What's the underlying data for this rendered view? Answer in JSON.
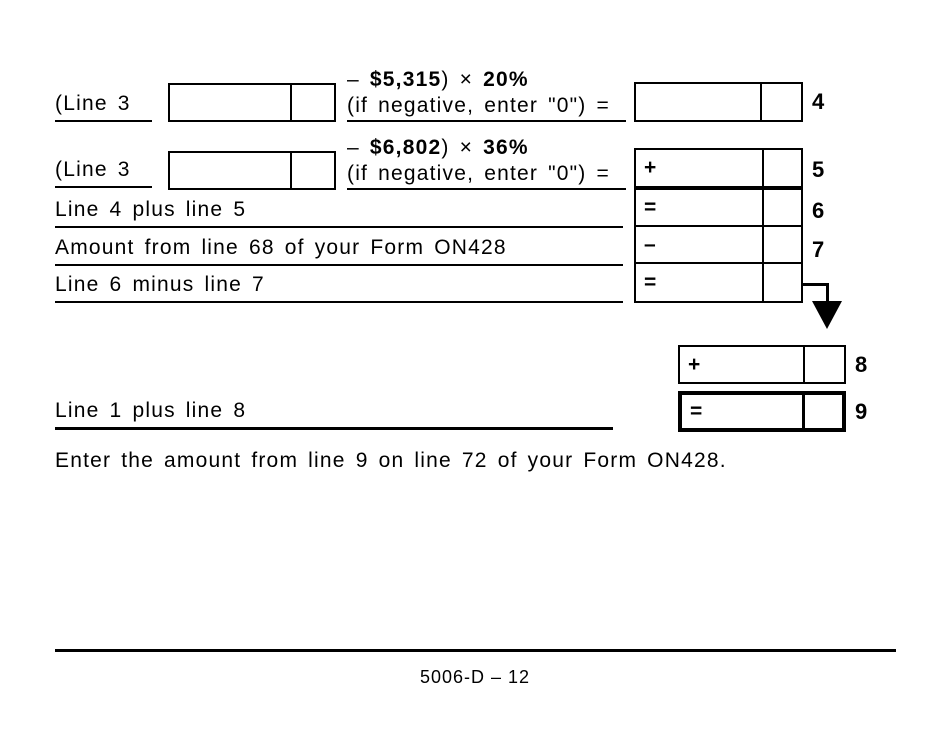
{
  "page": {
    "bg": "#ffffff",
    "ink": "#000000"
  },
  "rows": {
    "line4": {
      "left_label": "(Line 3",
      "expr": {
        "prefix": "– ",
        "amount": "$5,315",
        "mid": ") × ",
        "rate": "20%"
      },
      "condition": "(if negative, enter \"0\") =",
      "number": "4"
    },
    "line5": {
      "left_label": "(Line 3",
      "expr": {
        "prefix": "– ",
        "amount": "$6,802",
        "mid": ") × ",
        "rate": "36%"
      },
      "condition": "(if negative, enter \"0\") =",
      "operator": "+",
      "number": "5"
    },
    "line6": {
      "label": "Line 4 plus line 5",
      "operator": "=",
      "number": "6"
    },
    "line7": {
      "label": "Amount from line 68 of your Form ON428",
      "operator": "–",
      "number": "7"
    },
    "result": {
      "label": "Line 6 minus line 7",
      "operator": "="
    },
    "line8": {
      "operator": "+",
      "number": "8"
    },
    "line9": {
      "label": "Line 1 plus line 8",
      "operator": "=",
      "number": "9"
    }
  },
  "note": "Enter the amount from line 9 on line 72 of your Form ON428.",
  "footer": {
    "page_label": "5006-D – 12"
  }
}
